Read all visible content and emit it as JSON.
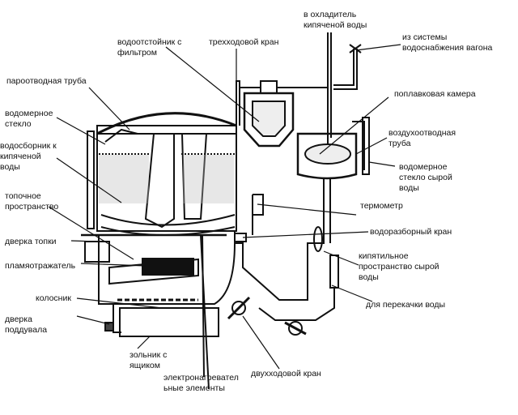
{
  "labels": {
    "steam_pipe": "пароотводная труба",
    "water_glass": "водомерное\nстекло",
    "boiled_tank": "водосборник к\nкипяченой\nводы",
    "firebox": "топочное\nпространство",
    "furnace_door": "дверка топки",
    "flame_reflector": "пламяотражатель",
    "grate": "колосник",
    "ash_door": "дверка\nподдувала",
    "ash_pit": "зольник с\nящиком",
    "heater": "электронагревател\nьные элементы",
    "settler": "водоотстойник с\nфильтром",
    "three_way_valve": "трехходовой кран",
    "to_cooler": "в охладитель\nкипяченой воды",
    "from_supply": "из системы\nводоснабжения вагона",
    "float_chamber": "поплавковая камера",
    "air_pipe": "воздухоотводная\nтруба",
    "raw_glass": "водомерное\nстекло сырой\nводы",
    "thermometer": "термометр",
    "drain_valve": "водоразборный кран",
    "raw_space": "кипятильное\nпространство сырой\nводы",
    "transfer": "для перекачки воды",
    "two_way_valve": "двухходовой кран"
  }
}
